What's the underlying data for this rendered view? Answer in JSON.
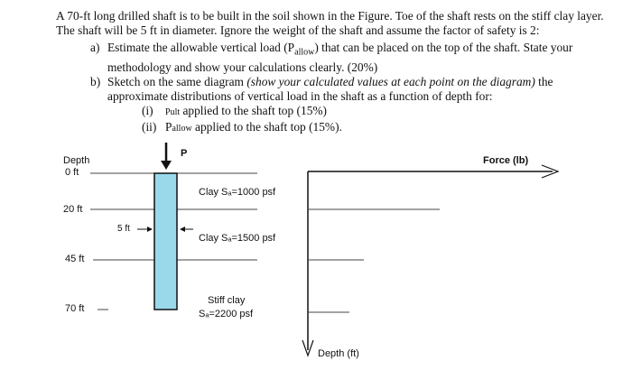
{
  "problem": {
    "intro": "A 70-ft long drilled shaft is to be built in the soil shown in the Figure. Toe of the shaft rests on the stiff clay layer. The shaft will be 5 ft in diameter. Ignore the weight of the shaft and assume the factor of safety is 2:",
    "part_a": {
      "label": "a)",
      "text_before": "Estimate the allowable vertical load (P",
      "sub": "allow",
      "text_after": ") that can be placed on the top of the shaft. State your methodology and show your calculations clearly. (20%)"
    },
    "part_b": {
      "label": "b)",
      "text_before": "Sketch on the same diagram ",
      "italic": "(show your calculated values at each point on the diagram)",
      "text_after": " the approximate distributions of vertical load in the shaft as a function of depth for:"
    },
    "sub_i": {
      "label": "(i)",
      "sym": "P",
      "sub": "ult",
      "text": " applied to the shaft top (15%)"
    },
    "sub_ii": {
      "label": "(ii)",
      "sym": "P",
      "sub": "allow",
      "text": " applied to the shaft top (15%)."
    }
  },
  "diagram": {
    "depth_title": "Depth",
    "depth_0": "0 ft",
    "depth_20": "20 ft",
    "depth_45": "45 ft",
    "depth_70": "70 ft",
    "load_label": "P",
    "diameter_label": "5 ft",
    "layer1": "Clay Sₐ=1000 psf",
    "layer2": "Clay Sₐ=1500 psf",
    "layer3_line1": "Stiff clay",
    "layer3_line2": "Sₐ=2200 psf",
    "force_axis": "Force (lb)",
    "depth_axis": "Depth (ft)",
    "shaft_color": "#99d9ea"
  }
}
